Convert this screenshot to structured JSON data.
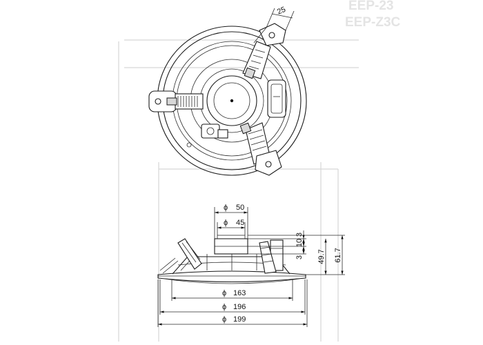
{
  "background_ghost": {
    "line_1": "EEP-23",
    "line_2": "EEP-Z3C"
  },
  "top_view": {
    "bracket_width": "25"
  },
  "side_view": {
    "diameters": {
      "cone_outer": "50",
      "cone_inner": "45",
      "grille": "163",
      "cutout": "196",
      "overall": "199"
    },
    "phi_symbol": "ϕ",
    "heights": {
      "top_gap": "3",
      "magnet": "10",
      "lower_gap": "3",
      "depth": "49.7",
      "total": "61.7"
    }
  },
  "colors": {
    "line": "#1a1a1a",
    "ghost": "#d6d6d6",
    "background": "#ffffff"
  }
}
